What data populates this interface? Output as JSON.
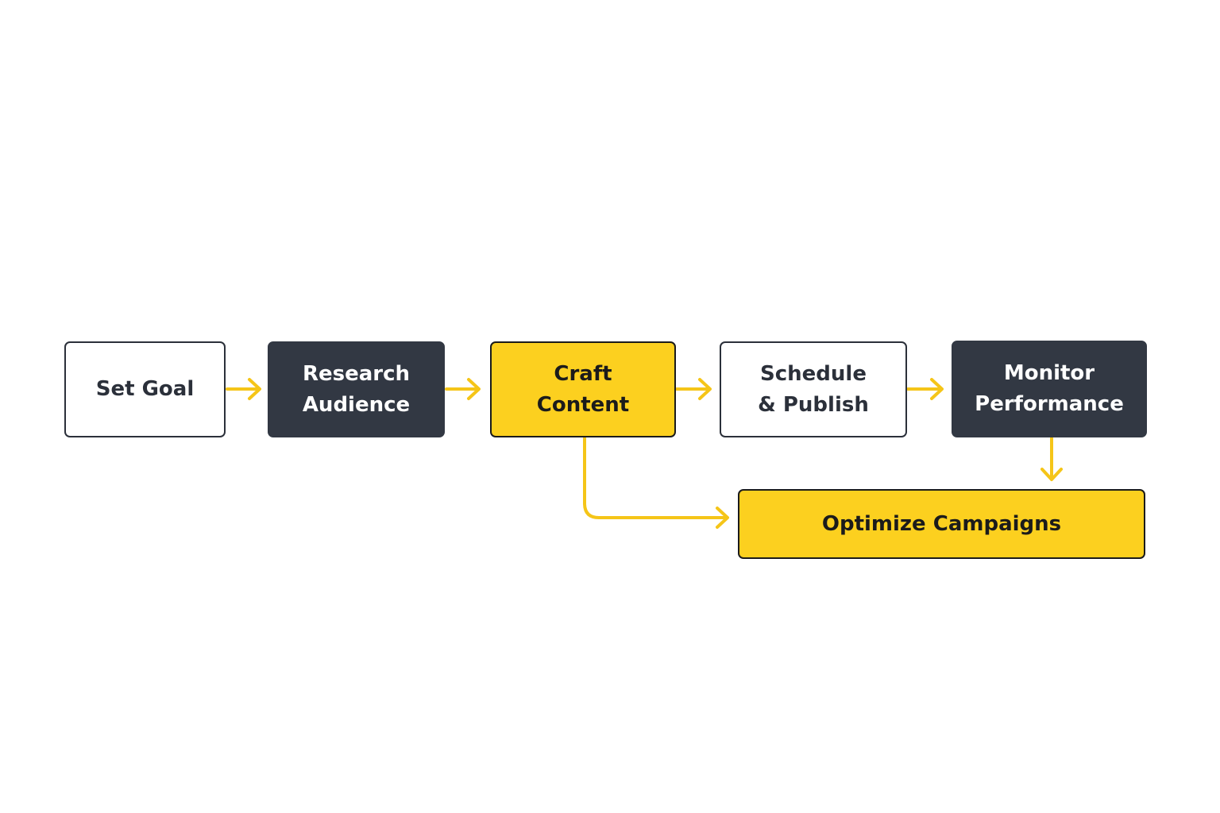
{
  "diagram": {
    "nodes": [
      {
        "id": "set-goal",
        "lines": [
          "Set Goal"
        ],
        "style": "light"
      },
      {
        "id": "research-audience",
        "lines": [
          "Research",
          "Audience"
        ],
        "style": "dark"
      },
      {
        "id": "craft-content",
        "lines": [
          "Craft",
          "Content"
        ],
        "style": "accent"
      },
      {
        "id": "schedule-publish",
        "lines": [
          "Schedule",
          "& Publish"
        ],
        "style": "light"
      },
      {
        "id": "monitor-performance",
        "lines": [
          "Monitor",
          "Performance"
        ],
        "style": "dark"
      },
      {
        "id": "optimize-campaigns",
        "lines": [
          "Optimize Campaigns"
        ],
        "style": "accent"
      }
    ],
    "edges": [
      {
        "from": "set-goal",
        "to": "research-audience"
      },
      {
        "from": "research-audience",
        "to": "craft-content"
      },
      {
        "from": "craft-content",
        "to": "schedule-publish"
      },
      {
        "from": "schedule-publish",
        "to": "monitor-performance"
      },
      {
        "from": "monitor-performance",
        "to": "optimize-campaigns"
      },
      {
        "from": "craft-content",
        "to": "optimize-campaigns"
      }
    ],
    "colors": {
      "accent": "#fcd01f",
      "dark": "#323843",
      "outline": "#2b303a",
      "arrow": "#f5c518"
    }
  }
}
